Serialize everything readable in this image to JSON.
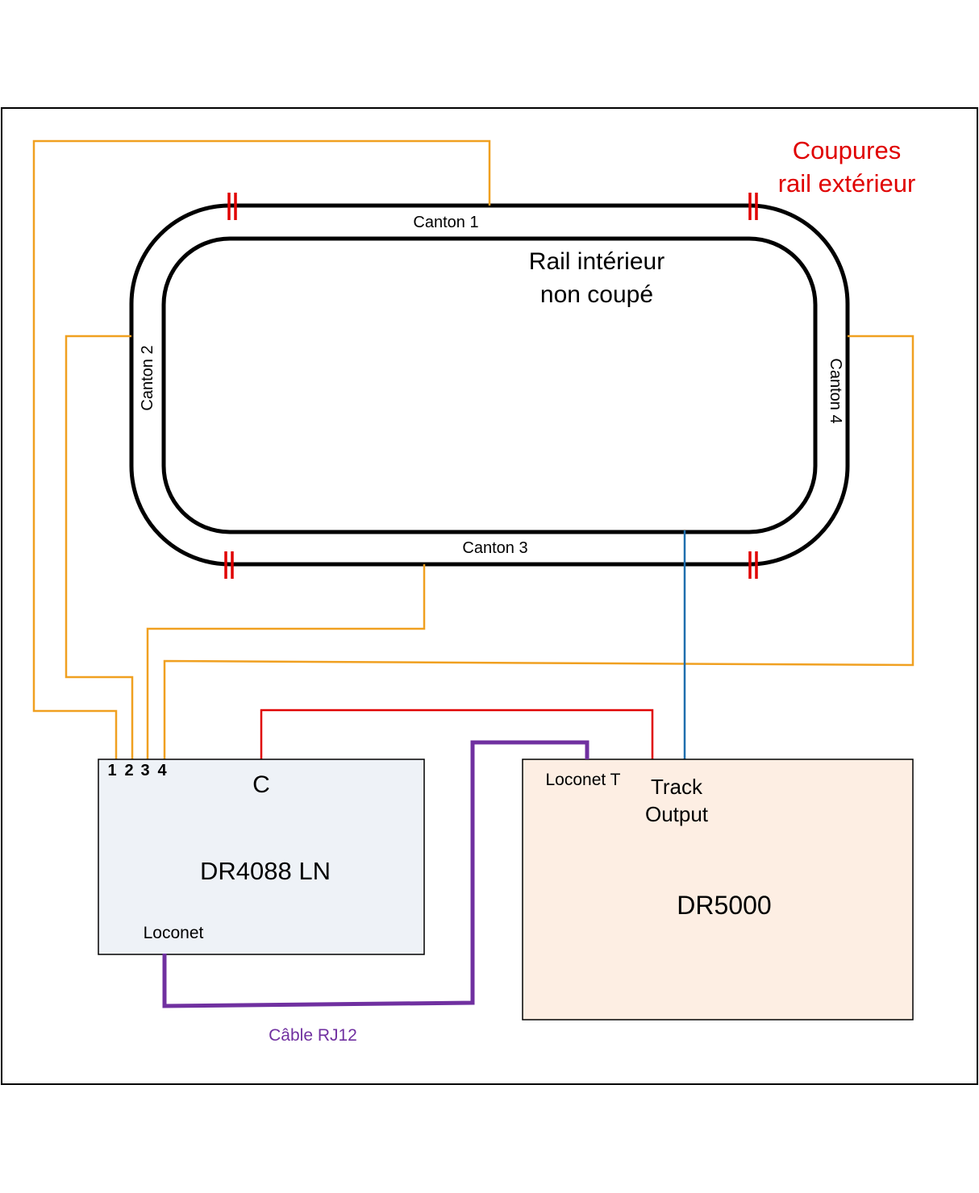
{
  "colors": {
    "frame": "#000000",
    "track": "#000000",
    "feeder": "#f0a020",
    "rail_gap": "#e00000",
    "booster_wire": "#e00000",
    "track_output_wire": "#1f6fae",
    "loconet_cable": "#7030a0",
    "gap_label": "#e00000",
    "cable_label": "#7030a0",
    "dr4088_fill": "#eef2f7",
    "dr5000_fill": "#fdeee3"
  },
  "labels": {
    "gaps_title_line1": "Coupures",
    "gaps_title_line2": "rail extérieur",
    "inner_rail_line1": "Rail intérieur",
    "inner_rail_line2": "non coupé",
    "canton1": "Canton 1",
    "canton2": "Canton 2",
    "canton3": "Canton 3",
    "canton4": "Canton 4",
    "rj12_cable": "Câble RJ12"
  },
  "dr4088": {
    "title": "DR4088 LN",
    "common_terminal": "C",
    "loconet_port": "Loconet",
    "inputs": [
      "1",
      "2",
      "3",
      "4"
    ]
  },
  "dr5000": {
    "title": "DR5000",
    "loconet_port": "Loconet T",
    "track_output_line1": "Track",
    "track_output_line2": "Output"
  }
}
